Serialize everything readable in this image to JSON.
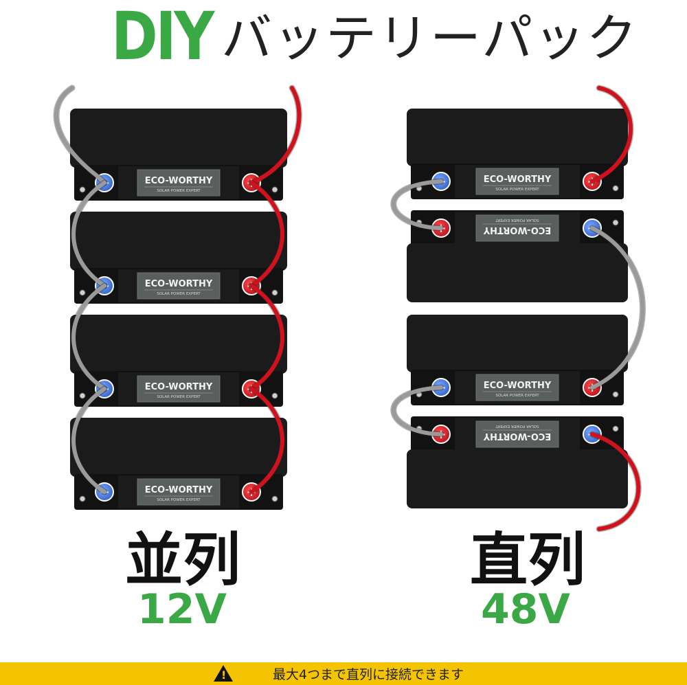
{
  "title": {
    "diy": "DIY",
    "subtitle": "バッテリーパック"
  },
  "brand": {
    "name": "ECO-WORTHY",
    "tagline": "SOLAR POWER EXPERT"
  },
  "terminals": {
    "positive": "+",
    "negative": "−"
  },
  "parallel": {
    "label": "並列",
    "voltage": "12V"
  },
  "series": {
    "label": "直列",
    "voltage": "48V"
  },
  "warning": {
    "icon": "warning-triangle-icon",
    "text": "最大4つまで直列に接続できます"
  },
  "colors": {
    "green": "#3aa845",
    "red_wire": "#d0121f",
    "gray_wire": "#9a9a9a",
    "battery": "#1b1b1b",
    "banner": "#f5c400",
    "positive": "#d0121f",
    "negative": "#3b6fd8"
  }
}
